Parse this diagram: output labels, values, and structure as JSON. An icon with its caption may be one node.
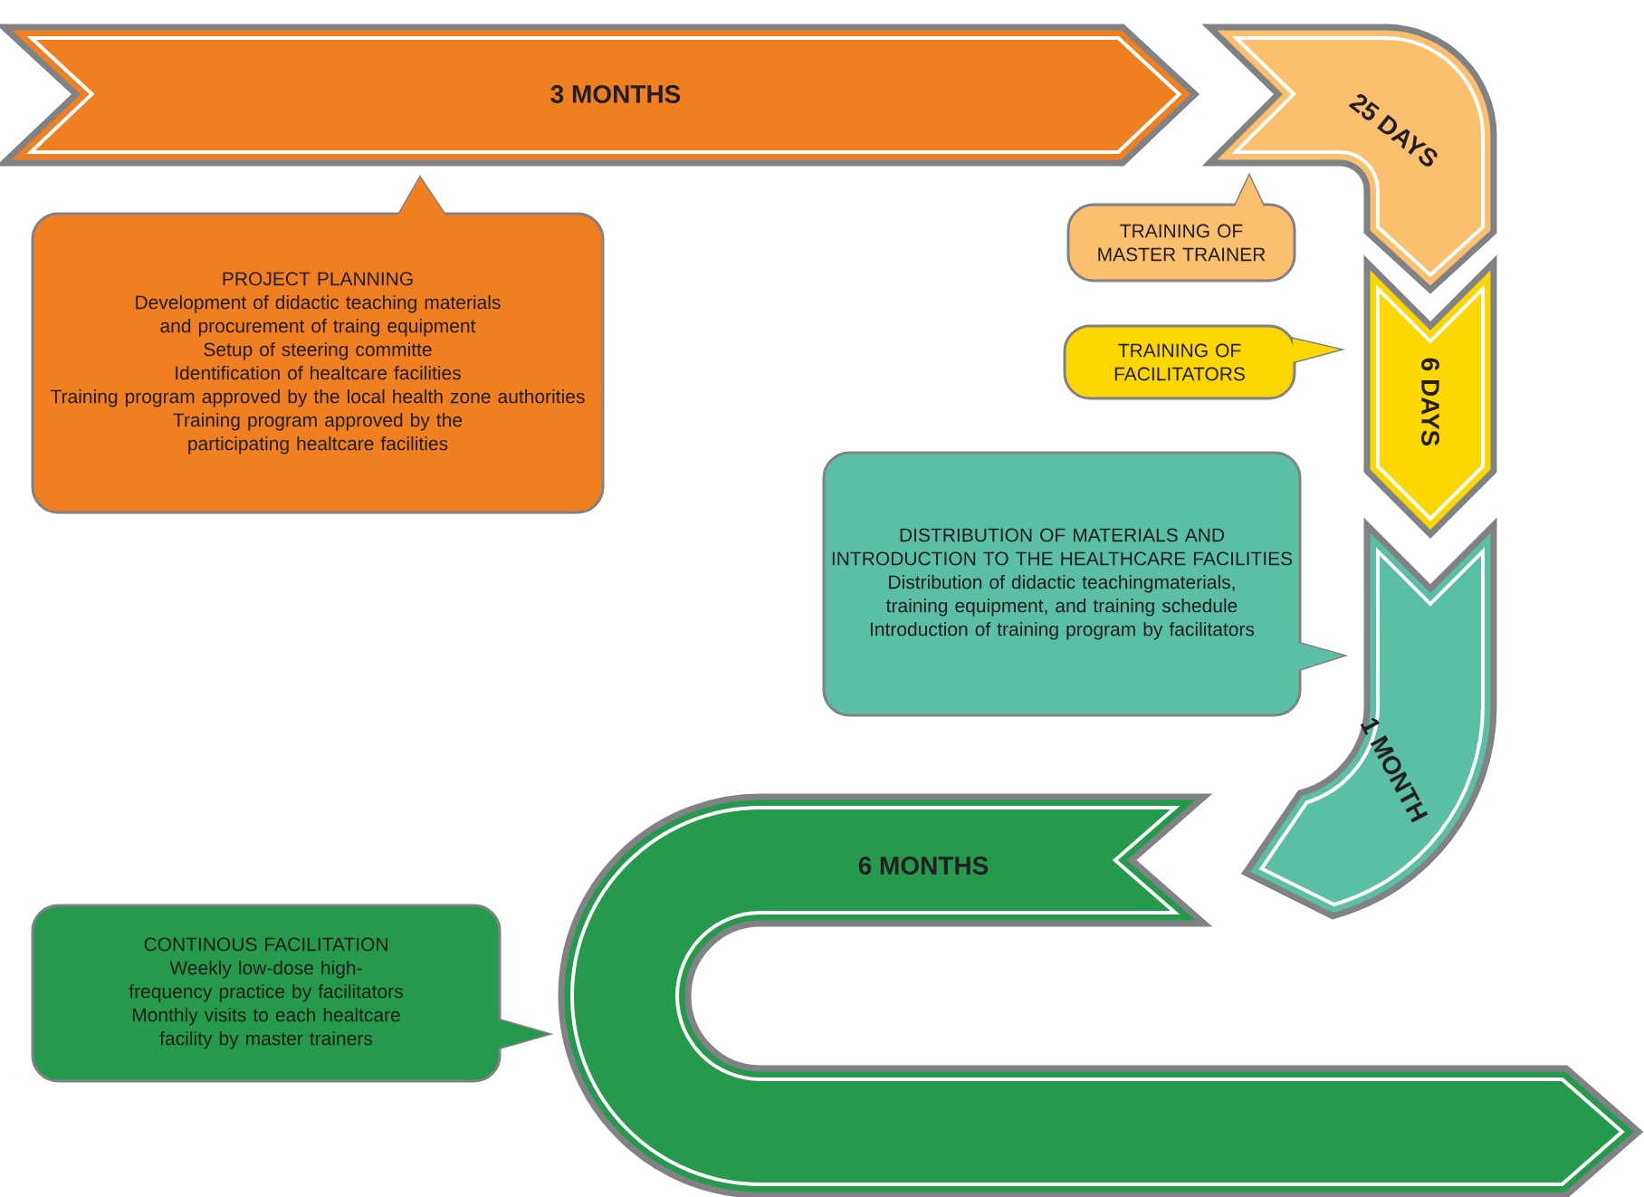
{
  "diagram": {
    "nodes": [
      {
        "text": [
          "3 MONTHS"
        ]
      },
      {
        "text": [
          "PROJECT PLANNING",
          "Development of didactic teaching materials and procurement of traing equipment",
          "Setup of steering committe",
          "Identification of healtcare facilities",
          "Training program approved by the local health zone authorities",
          "Training program approved by the participating healtcare facilities"
        ]
      },
      {
        "text": [
          "25 DAYS"
        ]
      },
      {
        "text": [
          "TRAINING OF MASTER TRAINER"
        ]
      },
      {
        "text": [
          "TRAINING OF FACILITATORS"
        ]
      },
      {
        "text": [
          "6 DAYS"
        ]
      },
      {
        "text": [
          "DISTRIBUTION OF MATERIALS AND INTRODUCTION TO THE HEALTHCARE FACILITIES",
          "Distribution of didactic teachingmaterials, training equipment, and training schedule",
          "Introduction of training program by facilitators"
        ]
      },
      {
        "text": [
          "1 MONTH"
        ]
      },
      {
        "text": [
          "6 MONTHS"
        ]
      },
      {
        "text": [
          "CONTINOUS FACILITATION",
          "Weekly low-dose high-frequency practice by facilitators",
          "Monthly visits to each healtcare facility by master trainers"
        ]
      }
    ]
  }
}
